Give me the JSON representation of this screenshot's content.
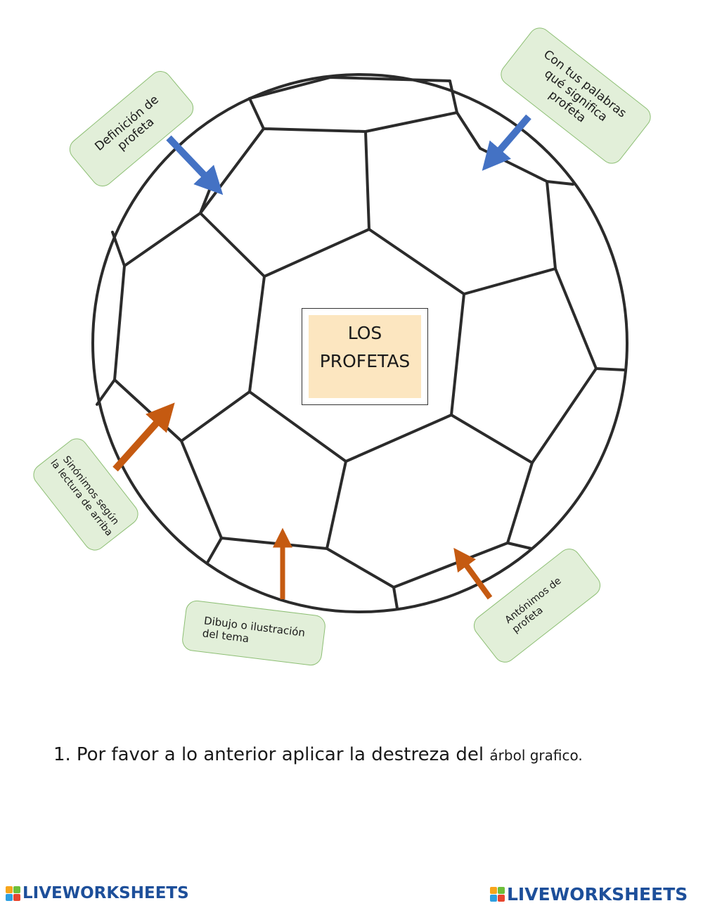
{
  "center_title": "LOS\nPROFETAS",
  "notes": {
    "definition": "Definición de\nprofeta",
    "own_words": "Con tus palabras\nqué significa\nprofeta",
    "synonyms": "Sinónimos según\nla lectura de arriba",
    "drawing": "Dibujo o ilustración\ndel tema",
    "antonyms": "Antónimos de\nprofeta"
  },
  "instruction": {
    "number": "1.",
    "text": "Por favor a lo anterior aplicar la destreza del ",
    "small_text": "árbol grafico",
    "end": "."
  },
  "branding": {
    "logo_text": "LIVEWORKSHEETS"
  },
  "colors": {
    "note_fill": "#e2efd9",
    "note_border": "#8dbf74",
    "center_fill": "#fce6c0",
    "arrow_blue": "#4472c4",
    "arrow_orange": "#c55a11",
    "logo_blue": "#1d4f9a"
  }
}
